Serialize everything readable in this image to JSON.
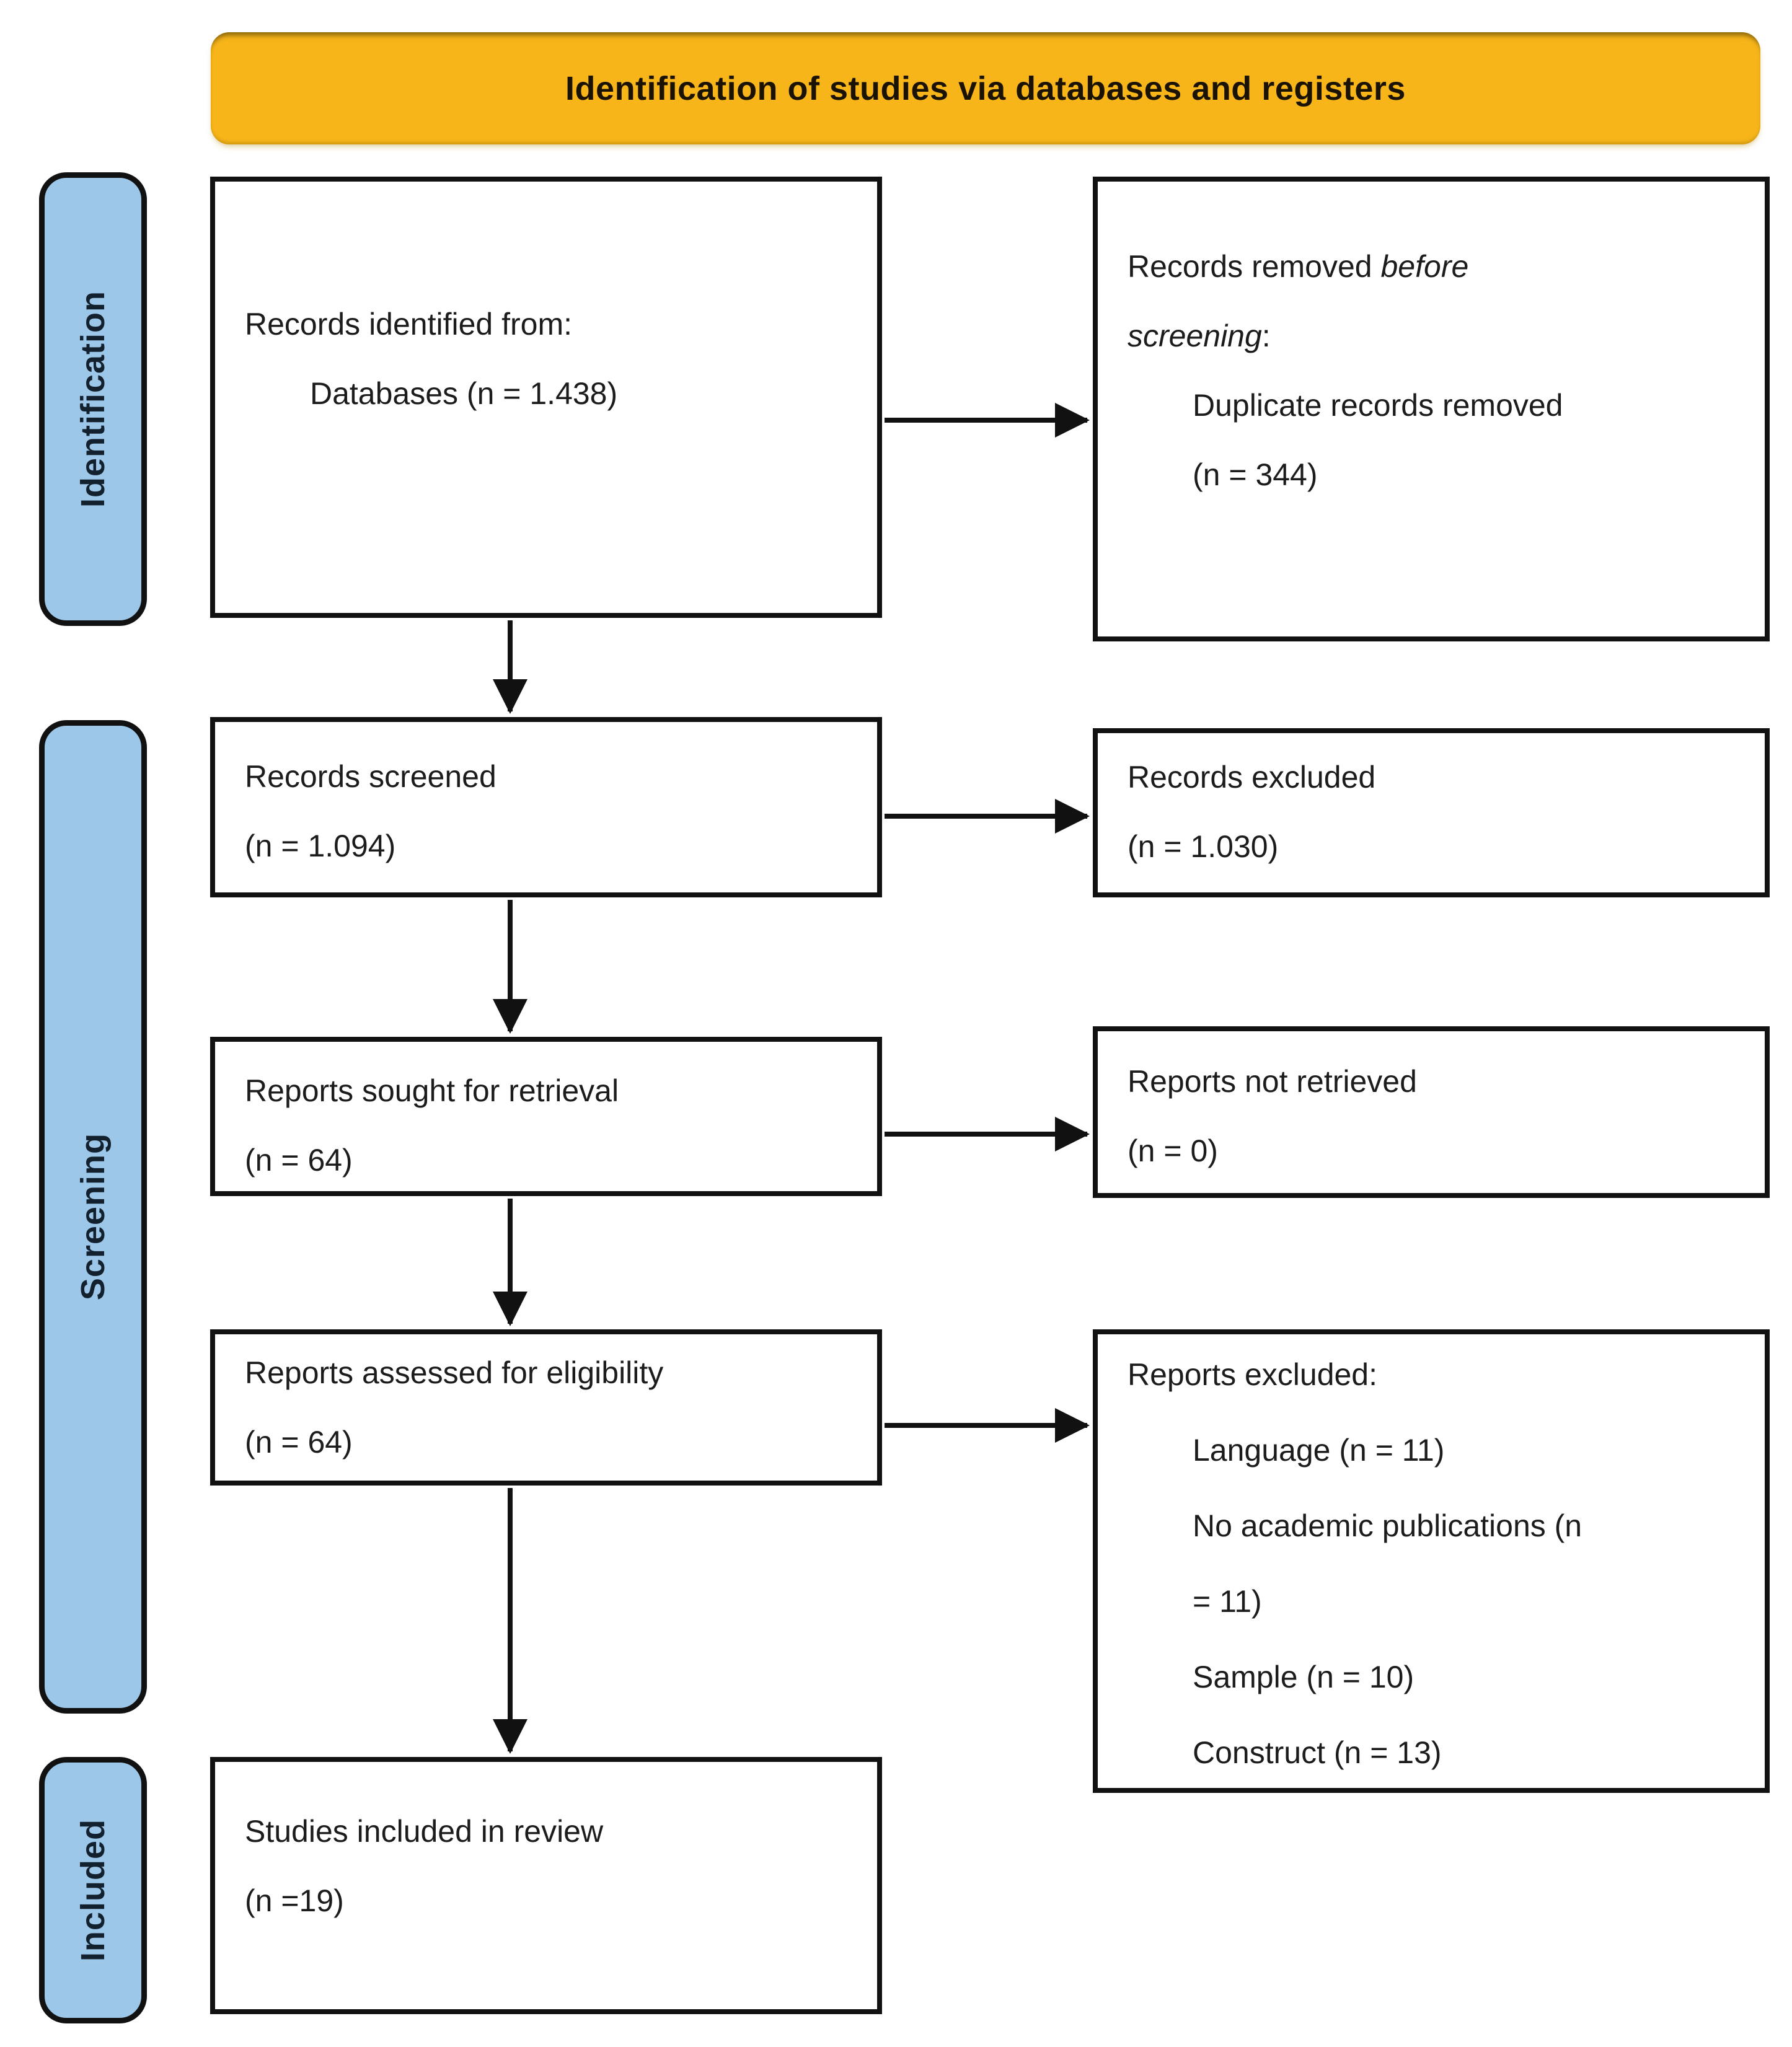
{
  "header": {
    "title": "Identification of studies via databases and registers"
  },
  "stages": [
    {
      "label": "Identification"
    },
    {
      "label": "Screening"
    },
    {
      "label": "Included"
    }
  ],
  "boxes": {
    "records_identified": {
      "line1": "Records identified from:",
      "line2": "Databases (n = 1.438)"
    },
    "records_removed": {
      "line1_regular": "Records removed ",
      "line1_italic": "before",
      "line2_italic": "screening",
      "line2_regular": ":",
      "line3": "Duplicate records removed",
      "line4": "(n = 344)"
    },
    "records_screened": {
      "line1": "Records screened",
      "line2": "(n = 1.094)"
    },
    "records_excluded": {
      "line1": "Records excluded",
      "line2": "(n = 1.030)"
    },
    "reports_sought": {
      "line1": "Reports sought for retrieval",
      "line2": "(n = 64)"
    },
    "reports_not_retrieved": {
      "line1": "Reports not retrieved",
      "line2": "(n = 0)"
    },
    "reports_assessed": {
      "line1": "Reports assessed for eligibility",
      "line2": "(n = 64)"
    },
    "reports_excluded": {
      "title": "Reports excluded:",
      "items": [
        "Language (n = 11)",
        "No academic publications (n",
        "= 11)",
        "Sample (n = 10)",
        "Construct (n = 13)"
      ]
    },
    "studies_included": {
      "line1": "Studies included in review",
      "line2": "(n =19)"
    }
  },
  "colors": {
    "header_bg": "#F7B51A",
    "stage_bg": "#9CC7E8",
    "stage_text": "#13202E",
    "box_border": "#111111",
    "arrow": "#111111",
    "text": "#1C1C1C"
  }
}
